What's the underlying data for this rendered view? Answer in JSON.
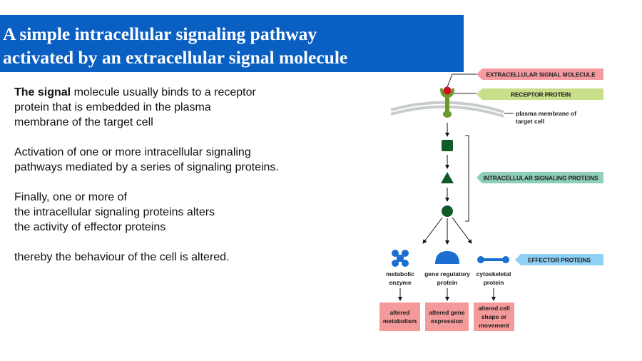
{
  "title": {
    "lines": [
      "A simple intracellular signaling pathway",
      "activated by an extracellular signal molecule"
    ],
    "background_color": "#0a5fc2"
  },
  "body": {
    "paragraph1": {
      "bold_lead": "The signal",
      "line1_rest": " molecule usually binds to a receptor",
      "line2": "protein that is embedded in the plasma",
      "line3": "membrane of the target cell"
    },
    "paragraph2": {
      "line1": "Activation of one or more intracellular signaling",
      "line2": "pathways mediated by a series of signaling proteins."
    },
    "paragraph3": {
      "line1": "Finally, one or more of",
      "line2": "the intracellular signaling proteins alters",
      "line3": "the activity of effector proteins"
    },
    "paragraph4": {
      "line1": "thereby the behaviour of the cell is altered."
    }
  },
  "diagram": {
    "labels": {
      "signal_molecule": "EXTRACELLULAR SIGNAL MOLECULE",
      "receptor": "RECEPTOR PROTEIN",
      "membrane_line1": "plasma membrane of",
      "membrane_line2": "target cell",
      "intracellular": "INTRACELLULAR SIGNALING PROTEINS",
      "effector": "EFFECTOR PROTEINS"
    },
    "label_colors": {
      "signal_molecule": "#f59ba0",
      "receptor": "#c9df8a",
      "intracellular": "#8fcfb8",
      "effector": "#8fd0f5"
    },
    "effectors": [
      {
        "line1": "metabolic",
        "line2": "enzyme",
        "outcome": [
          "altered",
          "metabolism"
        ]
      },
      {
        "line1": "gene regulatory",
        "line2": "protein",
        "outcome": [
          "altered gene",
          "expression"
        ]
      },
      {
        "line1": "cytoskeletal",
        "line2": "protein",
        "outcome": [
          "altered cell",
          "shape or",
          "movement"
        ]
      }
    ],
    "colors": {
      "signal": "#d0101a",
      "receptor": "#6a9a2a",
      "intracellular_protein": "#0f5a28",
      "effector_protein": "#1a6fd0",
      "outcome_box": "#f59a9a",
      "membrane": "#c8cccc"
    }
  }
}
